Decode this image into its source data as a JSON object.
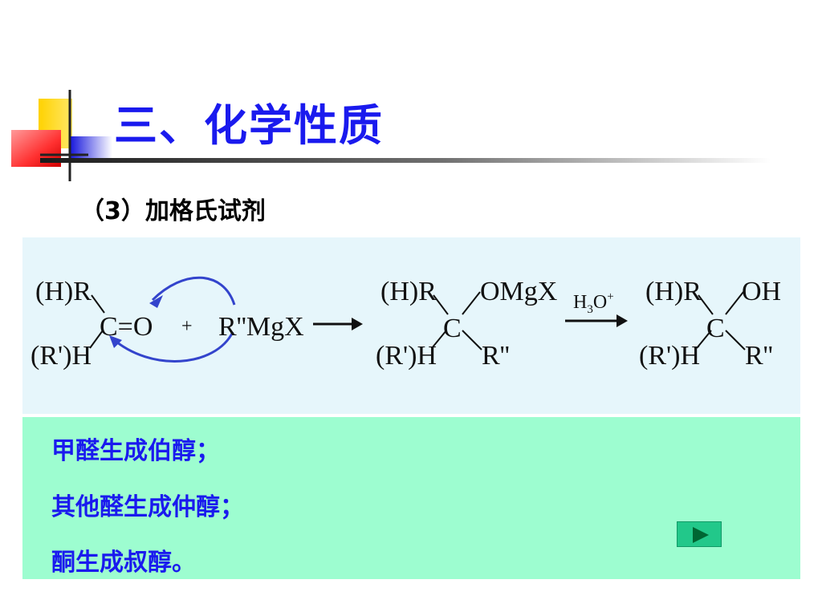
{
  "slide": {
    "title": "三、化学性质",
    "subtitle": "（3）加格氏试剂"
  },
  "reaction": {
    "reactant_carbonyl": {
      "top_group": "(H)R",
      "bottom_group": "(R')H",
      "center": "C=O"
    },
    "plus": "+",
    "reagent": "R''MgX",
    "intermediate": {
      "top_left": "(H)R",
      "bottom_left": "(R')H",
      "center": "C",
      "top_right": "OMgX",
      "bottom_right": "R''"
    },
    "condition": {
      "base": "H",
      "subscript": "3",
      "tail": "O",
      "superscript": "+"
    },
    "product": {
      "top_left": "(H)R",
      "bottom_left": "(R')H",
      "center": "C",
      "top_right": "OH",
      "bottom_right": "R''"
    }
  },
  "notes": [
    "甲醛生成伯醇；",
    "其他醛生成仲醇；",
    "酮生成叔醇。"
  ],
  "colors": {
    "title": "#1a1aee",
    "reaction_bg": "#e6f6fb",
    "notes_bg": "#9dfdd0",
    "curved_arrow": "#3344cc",
    "play_button": "#22c88a"
  },
  "icons": {
    "play": "play-triangle-icon"
  }
}
